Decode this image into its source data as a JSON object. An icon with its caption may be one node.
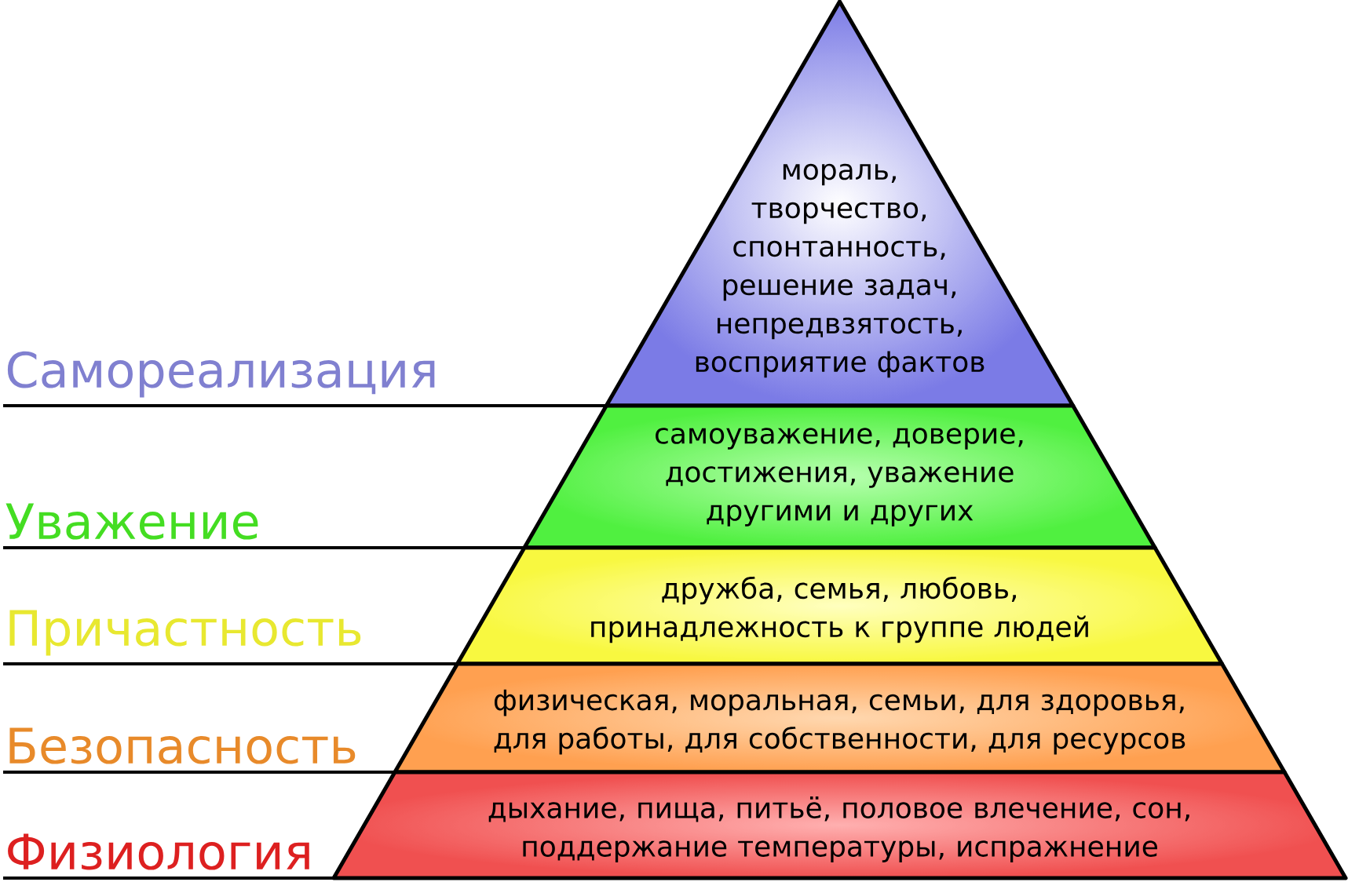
{
  "diagram": {
    "nodes": [
      {
        "text": [
          "мораль, творчество, спонтанность, решение задач, непредвзятость, восприятие фактов"
        ]
      },
      {
        "text": [
          "самоуважение, доверие, достижения, уважение другими и других"
        ]
      },
      {
        "text": [
          "дружба, семья, любовь, принадлежность к группе людей"
        ]
      },
      {
        "text": [
          "физическая, моральная, семьи, для здоровья, для работы, для собственности, для ресурсов"
        ]
      },
      {
        "text": [
          "дыхание, пища, питьё, половое влечение, сон, поддержание температуры, испражнение"
        ]
      }
    ],
    "labels": [
      "Самореализация",
      "Уважение",
      "Причастность",
      "Безопасность",
      "Физиология"
    ]
  }
}
